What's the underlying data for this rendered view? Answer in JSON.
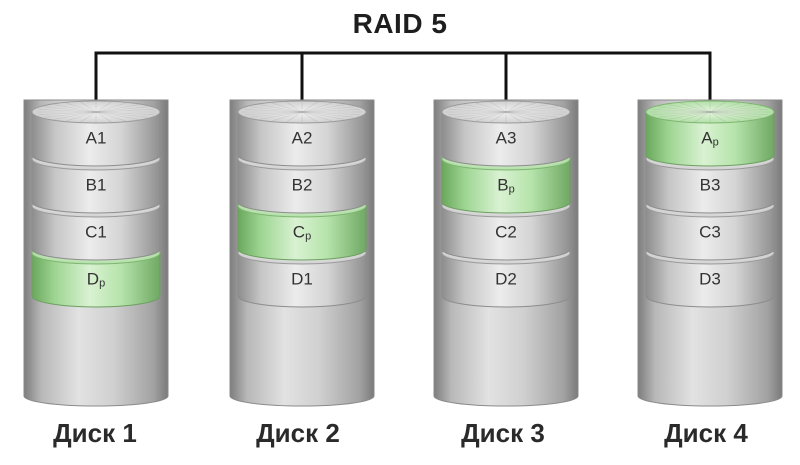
{
  "title": "RAID 5",
  "disks": [
    {
      "label": "Диск 1",
      "blocks": [
        {
          "main": "A",
          "sub": "1",
          "parity": false
        },
        {
          "main": "B",
          "sub": "1",
          "parity": false
        },
        {
          "main": "C",
          "sub": "1",
          "parity": false
        },
        {
          "main": "D",
          "sub": "p",
          "parity": true
        }
      ]
    },
    {
      "label": "Диск 2",
      "blocks": [
        {
          "main": "A",
          "sub": "2",
          "parity": false
        },
        {
          "main": "B",
          "sub": "2",
          "parity": false
        },
        {
          "main": "C",
          "sub": "p",
          "parity": true
        },
        {
          "main": "D",
          "sub": "1",
          "parity": false
        }
      ]
    },
    {
      "label": "Диск 3",
      "blocks": [
        {
          "main": "A",
          "sub": "3",
          "parity": false
        },
        {
          "main": "B",
          "sub": "p",
          "parity": true
        },
        {
          "main": "C",
          "sub": "2",
          "parity": false
        },
        {
          "main": "D",
          "sub": "2",
          "parity": false
        }
      ]
    },
    {
      "label": "Диск 4",
      "blocks": [
        {
          "main": "A",
          "sub": "p",
          "parity": true
        },
        {
          "main": "B",
          "sub": "3",
          "parity": false
        },
        {
          "main": "C",
          "sub": "3",
          "parity": false
        },
        {
          "main": "D",
          "sub": "3",
          "parity": false
        }
      ]
    }
  ],
  "colors": {
    "data_block": "#bdbdbd",
    "parity_block": "#a6d99a",
    "body": "#a9a9a9",
    "connector": "#111111"
  }
}
